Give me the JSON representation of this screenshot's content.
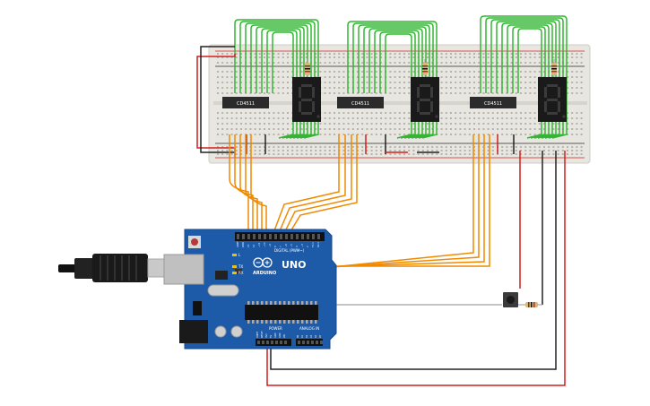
{
  "circuit": {
    "ics": [
      {
        "label": "CD4511"
      },
      {
        "label": "CD4511"
      },
      {
        "label": "CD4511"
      }
    ],
    "arduino": {
      "brand": "ARDUINO",
      "model": "UNO",
      "digital_label": "DIGITAL (PWM~)",
      "power_label": "POWER",
      "analog_label": "ANALOG IN",
      "power_pins": [
        "IOREF",
        "RESET",
        "3V3",
        "5V",
        "GND",
        "GND",
        "VIN"
      ],
      "analog_pins": [
        "A0",
        "A1",
        "A2",
        "A3",
        "A4",
        "A5"
      ],
      "digital_pins": [
        "AREF",
        "GND",
        "13",
        "12",
        "~11",
        "~10",
        "~9",
        "8",
        "7",
        "~6",
        "~5",
        "4",
        "~3",
        "2",
        "TX 1",
        "RX 0"
      ],
      "indicators": [
        "L",
        "TX",
        "RX"
      ]
    },
    "displays": [
      {
        "digit": "8"
      },
      {
        "digit": "8"
      },
      {
        "digit": "8"
      }
    ],
    "colors": {
      "wire_green": "#35b535",
      "wire_orange": "#f08a00",
      "wire_red": "#d21f1f",
      "wire_black": "#222222",
      "wire_gray": "#8a8a8a",
      "breadboard": "#e8e6e1",
      "arduino_blue": "#1d5aa8",
      "display_body": "#1a1a1a",
      "segment": "#3b3b3b"
    }
  }
}
